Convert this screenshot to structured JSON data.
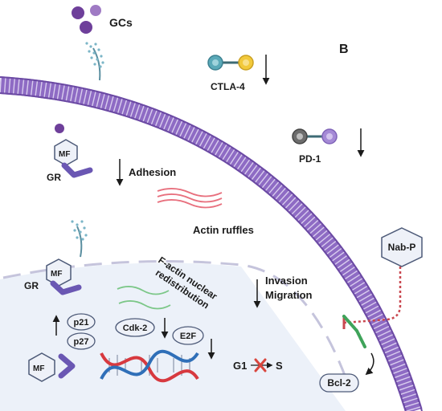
{
  "panel_label": "B",
  "labels": {
    "gcs": "GCs",
    "ctla4": "CTLA-4",
    "pd1": "PD-1",
    "mf_top": "MF",
    "gr_top": "GR",
    "adhesion": "Adhesion",
    "actin_ruffles": "Actin ruffles",
    "factin_line1": "F-actin nuclear",
    "factin_line2": "redistribution",
    "invasion": "Invasion",
    "migration": "Migration",
    "mf_mid": "MF",
    "gr_mid": "GR",
    "p21": "p21",
    "p27": "p27",
    "mf_low": "MF",
    "cdk2": "Cdk-2",
    "e2f": "E2F",
    "g1": "G1",
    "s": "S",
    "nabp": "Nab-P",
    "bcl2": "Bcl-2"
  },
  "colors": {
    "membrane": "#8e6bc4",
    "membrane_dark": "#6b4aa3",
    "gr_receptor": "#6a57b3",
    "hexagon_fill": "#eef1f8",
    "hexagon_stroke": "#4d5a78",
    "nucleus": "#ecf1f9",
    "actin_red": "#e8707e",
    "actin_green": "#7cc788",
    "dna_red": "#d7393f",
    "dna_blue": "#2f6fb8",
    "nabp_inhibit": "#c9474f",
    "bcl2_green": "#3fa35a",
    "ctla4_ligand": "#f2c93b",
    "ctla4_receptor": "#5aa9b8",
    "pd1_ligand": "#a58ad6",
    "pd1_receptor": "#6d6d6d",
    "gc_dot": "#6e3f9a",
    "gc_dot_light": "#9f7ac4"
  },
  "icons": {
    "gcs": "glucocorticoid-molecules-icon",
    "mf": "mometasone-furoate-hexagon-icon",
    "gr": "glucocorticoid-receptor-icon",
    "dna": "dna-helix-icon",
    "blocked": "blocked-transition-x-icon"
  }
}
